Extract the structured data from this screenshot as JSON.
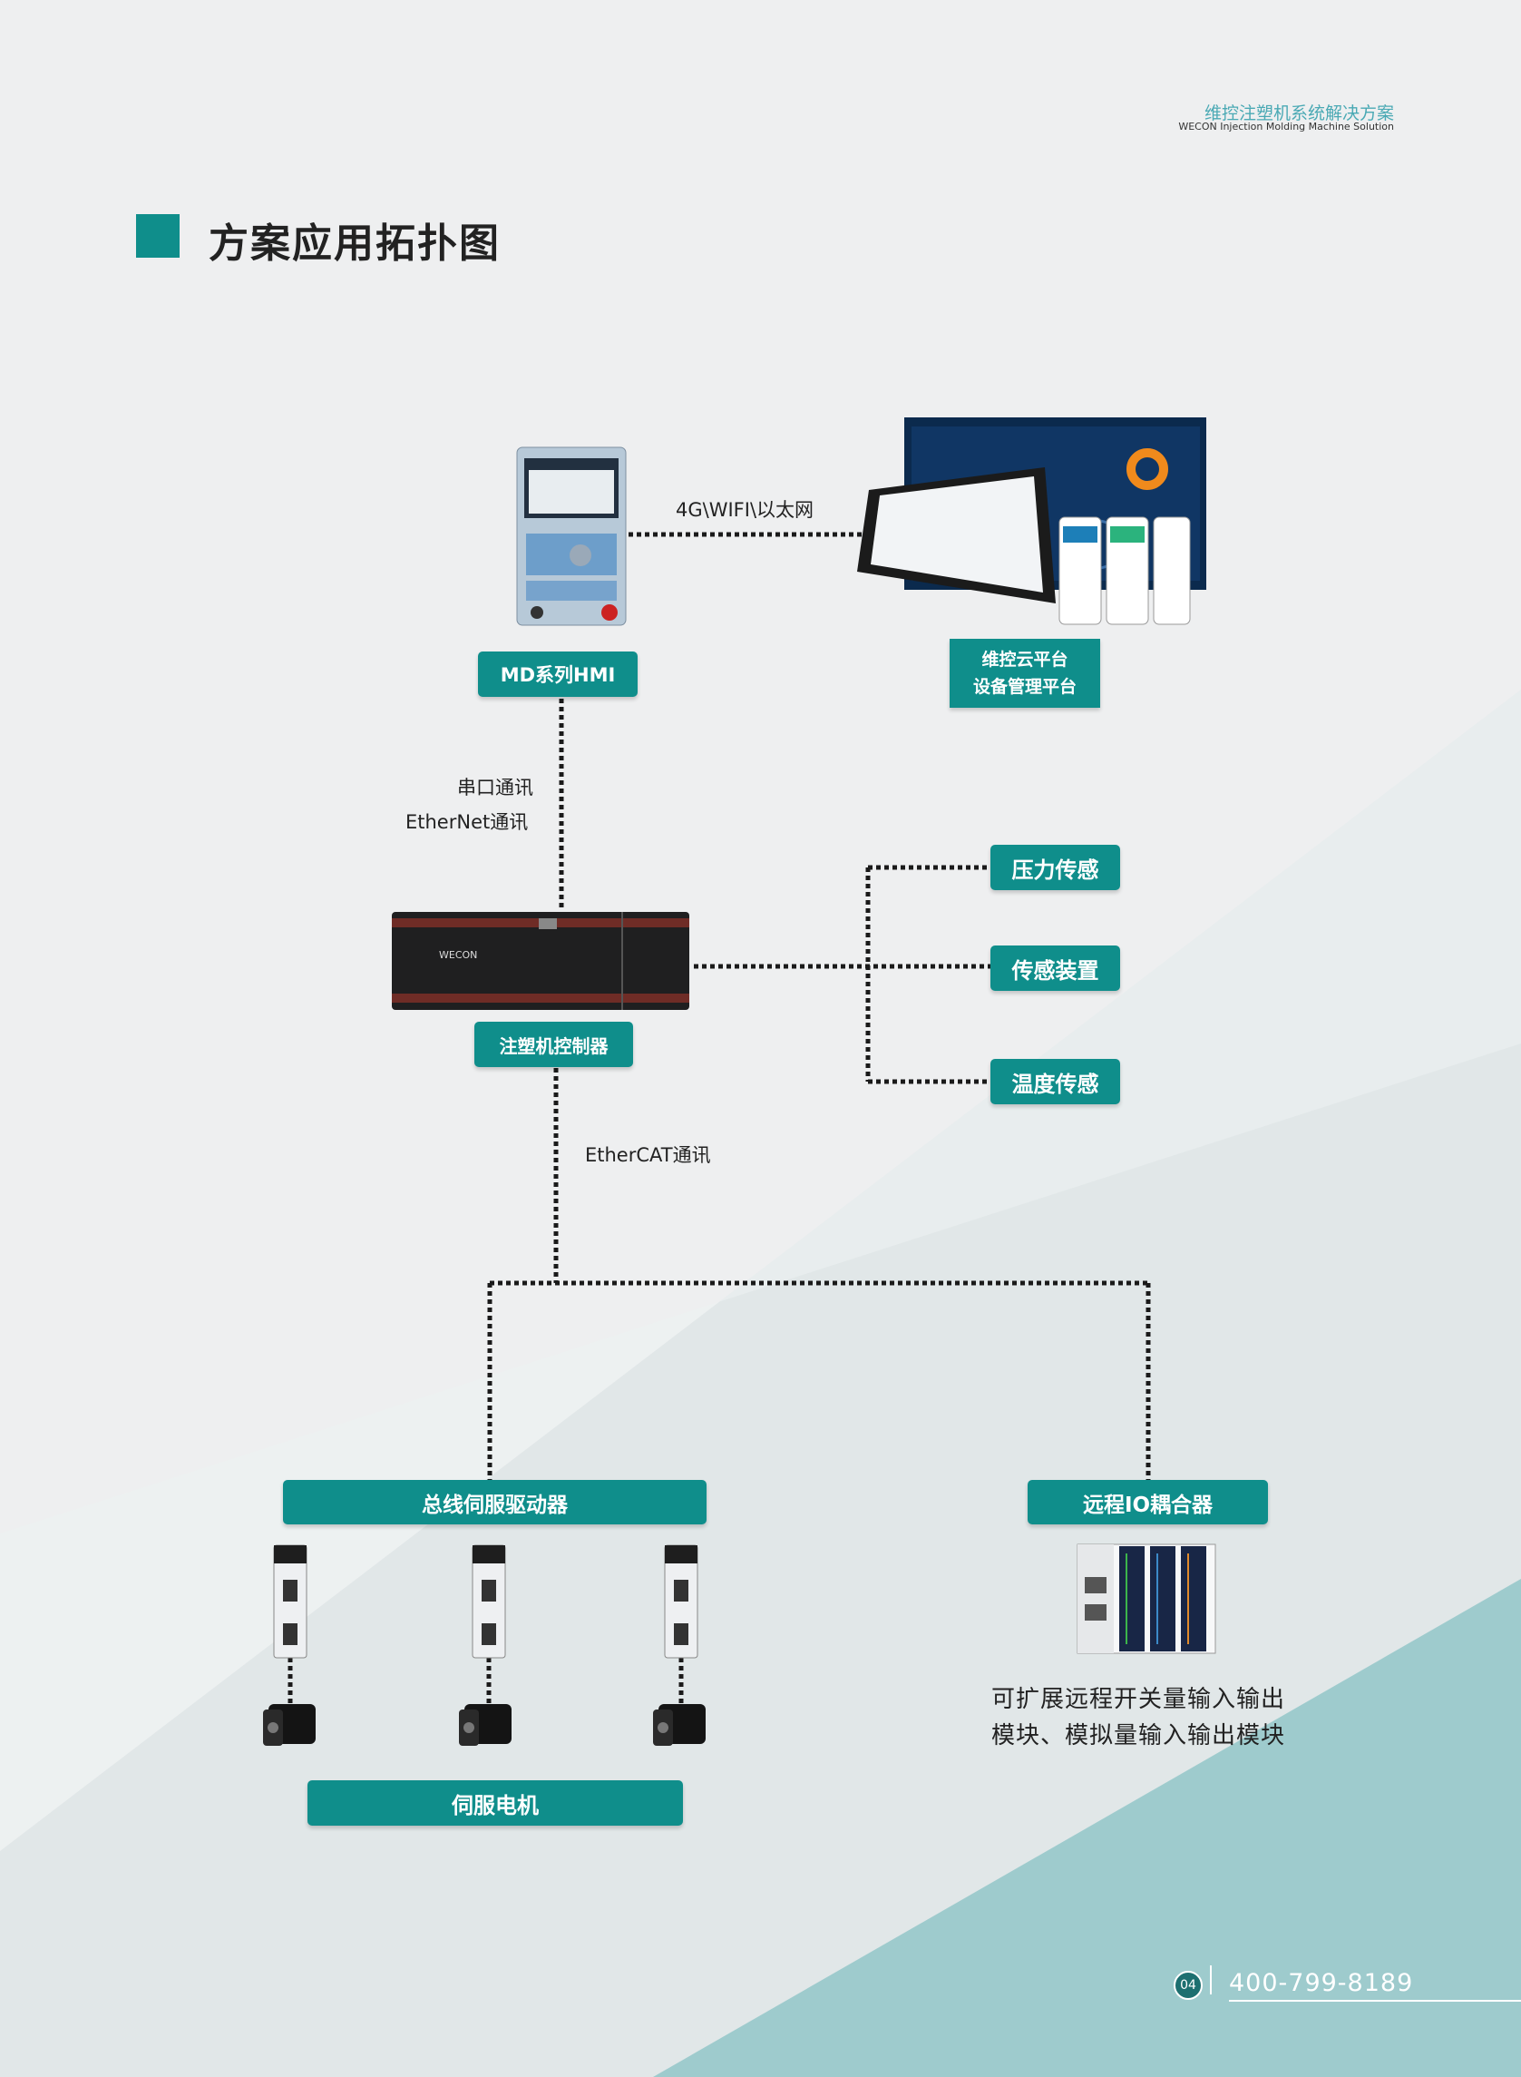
{
  "header": {
    "brand_cn": "维控注塑机系统解决方案",
    "brand_en": "WECON Injection Molding Machine Solution"
  },
  "page_title": "方案应用拓扑图",
  "nodes": {
    "hmi": "MD系列HMI",
    "cloud_line1": "维控云平台",
    "cloud_line2": "设备管理平台",
    "controller": "注塑机控制器",
    "pressure": "压力传感",
    "sensor": "传感装置",
    "temperature": "温度传感",
    "servo_driver": "总线伺服驱动器",
    "remote_io": "远程IO耦合器",
    "servo_motor": "伺服电机"
  },
  "links": {
    "hmi_cloud": "4G\\WIFI\\以太网",
    "hmi_controller_serial": "串口通讯",
    "hmi_controller_ethernet": "EtherNet通讯",
    "controller_bus": "EtherCAT通讯"
  },
  "remote_io_desc": {
    "line1": "可扩展远程开关量输入输出",
    "line2": "模块、模拟量输入输出模块"
  },
  "device_brand": "WECON",
  "footer": {
    "page": "04",
    "phone": "400-799-8189"
  },
  "colors": {
    "accent": "#0f8e8b",
    "background": "#eeeff0",
    "light_band": "#e0e6e7",
    "teal_band": "#9ecbcd"
  }
}
